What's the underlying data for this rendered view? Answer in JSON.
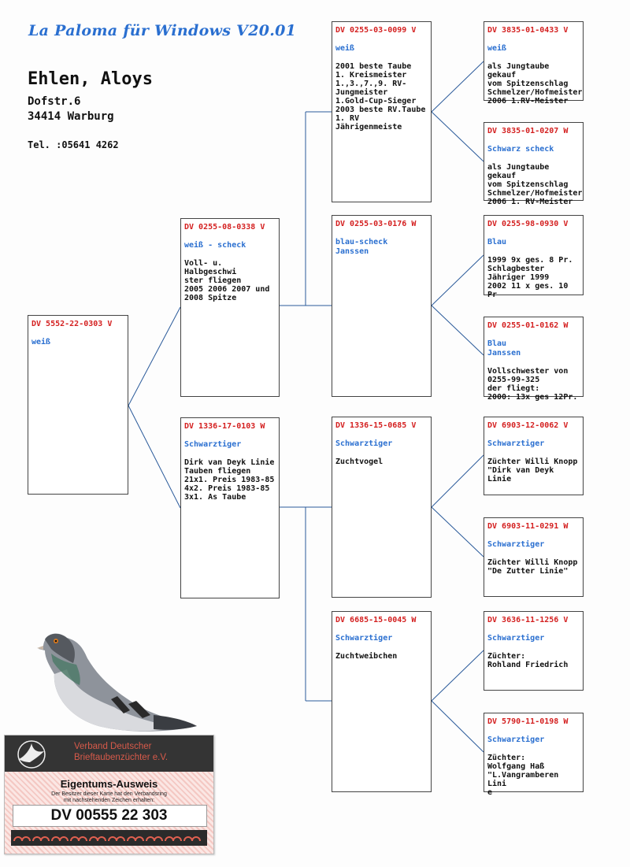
{
  "header": {
    "app_title": "La Paloma für Windows V20.01",
    "owner_name": "Ehlen, Aloys",
    "street": "Dofstr.6",
    "city": "34414 Warburg",
    "phone": "Tel. :05641 4262"
  },
  "pedigree": {
    "main": {
      "ring": "DV 5552-22-0303 V",
      "color": "weiß",
      "desc": ""
    },
    "father": {
      "ring": "DV 0255-08-0338 V",
      "color": "weiß - scheck",
      "desc": "Voll- u. Halbgeschwi\nster fliegen\n2005 2006 2007 und\n2008 Spitze"
    },
    "mother": {
      "ring": "DV 1336-17-0103 W",
      "color": "Schwarztiger",
      "desc": "Dirk van Deyk Linie\nTauben fliegen\n21x1. Preis 1983-85\n 4x2. Preis 1983-85\n3x1. As Taube"
    },
    "ff": {
      "ring": "DV 0255-03-0099 V",
      "color": "weiß",
      "desc": "2001 beste Taube\n1. Kreismeister\n1.,3.,7.,9. RV-\nJungmeister\n1.Gold-Cup-Sieger\n2003 beste RV.Taube\n1. RV Jährigenmeiste"
    },
    "fm": {
      "ring": "DV 0255-03-0176 W",
      "color": "blau-scheck\nJanssen",
      "desc": ""
    },
    "mf": {
      "ring": "DV 1336-15-0685 V",
      "color": "Schwarztiger",
      "desc": "Zuchtvogel"
    },
    "mm": {
      "ring": "DV 6685-15-0045 W",
      "color": "Schwarztiger",
      "desc": "Zuchtweibchen"
    },
    "fff": {
      "ring": "DV 3835-01-0433 V",
      "color": "weiß",
      "desc": "als Jungtaube gekauf\nvom Spitzenschlag\nSchmelzer/Hofmeister\n2006 1.RV-Meister"
    },
    "ffm": {
      "ring": "DV 3835-01-0207 W",
      "color": "Schwarz scheck",
      "desc": "als Jungtaube gekauf\nvom Spitzenschlag\nSchmelzer/Hofmeister\n2006 1. RV-Meister"
    },
    "fmf": {
      "ring": "DV 0255-98-0930 V",
      "color": "Blau",
      "desc": "1999 9x ges. 8 Pr.\nSchlagbester\nJähriger 1999\n2002 11 x ges. 10 Pr"
    },
    "fmm": {
      "ring": "DV 0255-01-0162 W",
      "color": "Blau\nJanssen",
      "desc": "Vollschwester von\n0255-99-325\nder fliegt:\n2000: 13x ges 12Pr."
    },
    "mff": {
      "ring": "DV 6903-12-0062 V",
      "color": "Schwarztiger",
      "desc": "Züchter Willi Knopp\n\"Dirk van Deyk Linie"
    },
    "mfm": {
      "ring": "DV 6903-11-0291 W",
      "color": "Schwarztiger",
      "desc": "Züchter Willi Knopp\n\"De Zutter Linie\""
    },
    "mmf": {
      "ring": "DV 3636-11-1256 V",
      "color": "Schwarztiger",
      "desc": "Züchter:\nRohland Friedrich"
    },
    "mmm": {
      "ring": "DV 5790-11-0198 W",
      "color": "Schwarztiger",
      "desc": "Züchter:\nWolfgang Haß\n\"L.Vangramberen Lini\ne"
    }
  },
  "card": {
    "org": "Verband Deutscher\nBrieftaubenzüchter e.V.",
    "title": "Eigentums-Ausweis",
    "desc": "Der Besitzer dieser Karte hat den Verbandsring\nmit nachstehenden Zeichen erhalten:",
    "ring_number": "DV 00555 22 303"
  },
  "colors": {
    "ring": "#d42020",
    "color_text": "#2a6fd0",
    "lines": "#2a5a9a"
  }
}
